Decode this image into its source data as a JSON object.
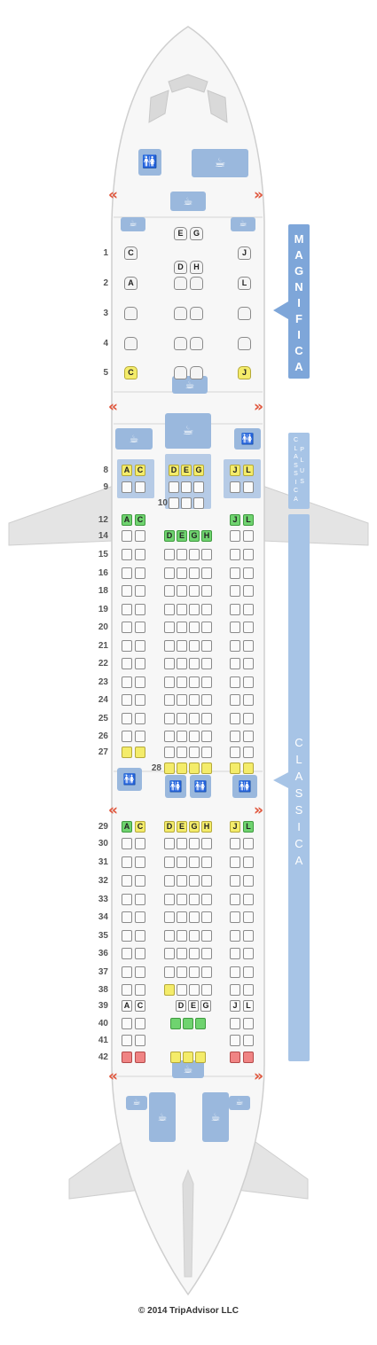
{
  "cabins": {
    "magnifica": {
      "label_letters": [
        "M",
        "A",
        "G",
        "N",
        "I",
        "F",
        "I",
        "C",
        "A"
      ],
      "color": "#7ea6d9"
    },
    "classica_plus": {
      "line1": [
        "C",
        "L",
        "A",
        "S",
        "S",
        "I",
        "C",
        "A"
      ],
      "line2": [
        "P",
        "L",
        "U",
        "S"
      ],
      "color": "#a7c4e6"
    },
    "classica": {
      "label_letters": [
        "C",
        "L",
        "A",
        "S",
        "S",
        "I",
        "C",
        "A"
      ],
      "color": "#a7c4e6"
    }
  },
  "business_rows": [
    {
      "row": "1",
      "left": [
        {
          "label": "C",
          "color": "white"
        }
      ],
      "center": [
        {
          "label": "E",
          "color": "white"
        },
        {
          "label": "G",
          "color": "white"
        }
      ],
      "right": [
        {
          "label": "J",
          "color": "white"
        }
      ]
    },
    {
      "row": "",
      "left": [],
      "center": [
        {
          "label": "D",
          "color": "white"
        },
        {
          "label": "H",
          "color": "white"
        }
      ],
      "right": []
    },
    {
      "row": "2",
      "left": [
        {
          "label": "A",
          "color": "white"
        }
      ],
      "center": [
        {
          "label": "",
          "color": "white"
        },
        {
          "label": "",
          "color": "white"
        }
      ],
      "right": [
        {
          "label": "L",
          "color": "white"
        }
      ]
    },
    {
      "row": "3",
      "left": [
        {
          "label": "",
          "color": "white"
        }
      ],
      "center": [
        {
          "label": "",
          "color": "white"
        },
        {
          "label": "",
          "color": "white"
        }
      ],
      "right": [
        {
          "label": "",
          "color": "white"
        }
      ]
    },
    {
      "row": "4",
      "left": [
        {
          "label": "",
          "color": "white"
        }
      ],
      "center": [
        {
          "label": "",
          "color": "white"
        },
        {
          "label": "",
          "color": "white"
        }
      ],
      "right": [
        {
          "label": "",
          "color": "white"
        }
      ]
    },
    {
      "row": "5",
      "left": [
        {
          "label": "C",
          "color": "yellow"
        }
      ],
      "center": [
        {
          "label": "",
          "color": "white"
        },
        {
          "label": "",
          "color": "white"
        }
      ],
      "right": [
        {
          "label": "J",
          "color": "yellow"
        }
      ]
    }
  ],
  "economy_rows": [
    {
      "row": "8",
      "left": [
        [
          "A",
          "yellow"
        ],
        [
          "C",
          "yellow"
        ]
      ],
      "center": [
        [
          "D",
          "yellow"
        ],
        [
          "E",
          "yellow"
        ],
        [
          "G",
          "yellow"
        ]
      ],
      "right": [
        [
          "J",
          "yellow"
        ],
        [
          "L",
          "yellow"
        ]
      ]
    },
    {
      "row": "9",
      "left": [
        [
          "",
          "white"
        ],
        [
          "",
          "white"
        ]
      ],
      "center": [
        [
          "",
          "white"
        ],
        [
          "",
          "white"
        ],
        [
          "",
          "white"
        ]
      ],
      "right": [
        [
          "",
          "white"
        ],
        [
          "",
          "white"
        ]
      ]
    },
    {
      "row": "10",
      "left": [],
      "center": [
        [
          "",
          "white"
        ],
        [
          "",
          "white"
        ],
        [
          "",
          "white"
        ]
      ],
      "right": []
    },
    {
      "row": "12",
      "left": [
        [
          "A",
          "green"
        ],
        [
          "C",
          "green"
        ]
      ],
      "center": [],
      "right": [
        [
          "J",
          "green"
        ],
        [
          "L",
          "green"
        ]
      ]
    },
    {
      "row": "14",
      "left": [
        [
          "",
          "white"
        ],
        [
          "",
          "white"
        ]
      ],
      "center": [
        [
          "D",
          "green"
        ],
        [
          "E",
          "green"
        ],
        [
          "G",
          "green"
        ],
        [
          "H",
          "green"
        ]
      ],
      "right": [
        [
          "",
          "white"
        ],
        [
          "",
          "white"
        ]
      ]
    },
    {
      "row": "15",
      "left": [
        [
          "",
          "white"
        ],
        [
          "",
          "white"
        ]
      ],
      "center": [
        [
          "",
          "white"
        ],
        [
          "",
          "white"
        ],
        [
          "",
          "white"
        ],
        [
          "",
          "white"
        ]
      ],
      "right": [
        [
          "",
          "white"
        ],
        [
          "",
          "white"
        ]
      ]
    },
    {
      "row": "16",
      "left": [
        [
          "",
          "white"
        ],
        [
          "",
          "white"
        ]
      ],
      "center": [
        [
          "",
          "white"
        ],
        [
          "",
          "white"
        ],
        [
          "",
          "white"
        ],
        [
          "",
          "white"
        ]
      ],
      "right": [
        [
          "",
          "white"
        ],
        [
          "",
          "white"
        ]
      ]
    },
    {
      "row": "18",
      "left": [
        [
          "",
          "white"
        ],
        [
          "",
          "white"
        ]
      ],
      "center": [
        [
          "",
          "white"
        ],
        [
          "",
          "white"
        ],
        [
          "",
          "white"
        ],
        [
          "",
          "white"
        ]
      ],
      "right": [
        [
          "",
          "white"
        ],
        [
          "",
          "white"
        ]
      ]
    },
    {
      "row": "19",
      "left": [
        [
          "",
          "white"
        ],
        [
          "",
          "white"
        ]
      ],
      "center": [
        [
          "",
          "white"
        ],
        [
          "",
          "white"
        ],
        [
          "",
          "white"
        ],
        [
          "",
          "white"
        ]
      ],
      "right": [
        [
          "",
          "white"
        ],
        [
          "",
          "white"
        ]
      ]
    },
    {
      "row": "20",
      "left": [
        [
          "",
          "white"
        ],
        [
          "",
          "white"
        ]
      ],
      "center": [
        [
          "",
          "white"
        ],
        [
          "",
          "white"
        ],
        [
          "",
          "white"
        ],
        [
          "",
          "white"
        ]
      ],
      "right": [
        [
          "",
          "white"
        ],
        [
          "",
          "white"
        ]
      ]
    },
    {
      "row": "21",
      "left": [
        [
          "",
          "white"
        ],
        [
          "",
          "white"
        ]
      ],
      "center": [
        [
          "",
          "white"
        ],
        [
          "",
          "white"
        ],
        [
          "",
          "white"
        ],
        [
          "",
          "white"
        ]
      ],
      "right": [
        [
          "",
          "white"
        ],
        [
          "",
          "white"
        ]
      ]
    },
    {
      "row": "22",
      "left": [
        [
          "",
          "white"
        ],
        [
          "",
          "white"
        ]
      ],
      "center": [
        [
          "",
          "white"
        ],
        [
          "",
          "white"
        ],
        [
          "",
          "white"
        ],
        [
          "",
          "white"
        ]
      ],
      "right": [
        [
          "",
          "white"
        ],
        [
          "",
          "white"
        ]
      ]
    },
    {
      "row": "23",
      "left": [
        [
          "",
          "white"
        ],
        [
          "",
          "white"
        ]
      ],
      "center": [
        [
          "",
          "white"
        ],
        [
          "",
          "white"
        ],
        [
          "",
          "white"
        ],
        [
          "",
          "white"
        ]
      ],
      "right": [
        [
          "",
          "white"
        ],
        [
          "",
          "white"
        ]
      ]
    },
    {
      "row": "24",
      "left": [
        [
          "",
          "white"
        ],
        [
          "",
          "white"
        ]
      ],
      "center": [
        [
          "",
          "white"
        ],
        [
          "",
          "white"
        ],
        [
          "",
          "white"
        ],
        [
          "",
          "white"
        ]
      ],
      "right": [
        [
          "",
          "white"
        ],
        [
          "",
          "white"
        ]
      ]
    },
    {
      "row": "25",
      "left": [
        [
          "",
          "white"
        ],
        [
          "",
          "white"
        ]
      ],
      "center": [
        [
          "",
          "white"
        ],
        [
          "",
          "white"
        ],
        [
          "",
          "white"
        ],
        [
          "",
          "white"
        ]
      ],
      "right": [
        [
          "",
          "white"
        ],
        [
          "",
          "white"
        ]
      ]
    },
    {
      "row": "26",
      "left": [
        [
          "",
          "white"
        ],
        [
          "",
          "white"
        ]
      ],
      "center": [
        [
          "",
          "white"
        ],
        [
          "",
          "white"
        ],
        [
          "",
          "white"
        ],
        [
          "",
          "white"
        ]
      ],
      "right": [
        [
          "",
          "white"
        ],
        [
          "",
          "white"
        ]
      ]
    },
    {
      "row": "27",
      "left": [
        [
          "",
          "yellow"
        ],
        [
          "",
          "yellow"
        ]
      ],
      "center": [
        [
          "",
          "white"
        ],
        [
          "",
          "white"
        ],
        [
          "",
          "white"
        ],
        [
          "",
          "white"
        ]
      ],
      "right": [
        [
          "",
          "white"
        ],
        [
          "",
          "white"
        ]
      ]
    },
    {
      "row": "28",
      "left": [],
      "center": [
        [
          "",
          "yellow"
        ],
        [
          "",
          "yellow"
        ],
        [
          "",
          "yellow"
        ],
        [
          "",
          "yellow"
        ]
      ],
      "right": [
        [
          "",
          "yellow"
        ],
        [
          "",
          "yellow"
        ]
      ]
    },
    {
      "row": "29",
      "left": [
        [
          "A",
          "green"
        ],
        [
          "C",
          "yellow"
        ]
      ],
      "center": [
        [
          "D",
          "yellow"
        ],
        [
          "E",
          "yellow"
        ],
        [
          "G",
          "yellow"
        ],
        [
          "H",
          "yellow"
        ]
      ],
      "right": [
        [
          "J",
          "yellow"
        ],
        [
          "L",
          "green"
        ]
      ]
    },
    {
      "row": "30",
      "left": [
        [
          "",
          "white"
        ],
        [
          "",
          "white"
        ]
      ],
      "center": [
        [
          "",
          "white"
        ],
        [
          "",
          "white"
        ],
        [
          "",
          "white"
        ],
        [
          "",
          "white"
        ]
      ],
      "right": [
        [
          "",
          "white"
        ],
        [
          "",
          "white"
        ]
      ]
    },
    {
      "row": "31",
      "left": [
        [
          "",
          "white"
        ],
        [
          "",
          "white"
        ]
      ],
      "center": [
        [
          "",
          "white"
        ],
        [
          "",
          "white"
        ],
        [
          "",
          "white"
        ],
        [
          "",
          "white"
        ]
      ],
      "right": [
        [
          "",
          "white"
        ],
        [
          "",
          "white"
        ]
      ]
    },
    {
      "row": "32",
      "left": [
        [
          "",
          "white"
        ],
        [
          "",
          "white"
        ]
      ],
      "center": [
        [
          "",
          "white"
        ],
        [
          "",
          "white"
        ],
        [
          "",
          "white"
        ],
        [
          "",
          "white"
        ]
      ],
      "right": [
        [
          "",
          "white"
        ],
        [
          "",
          "white"
        ]
      ]
    },
    {
      "row": "33",
      "left": [
        [
          "",
          "white"
        ],
        [
          "",
          "white"
        ]
      ],
      "center": [
        [
          "",
          "white"
        ],
        [
          "",
          "white"
        ],
        [
          "",
          "white"
        ],
        [
          "",
          "white"
        ]
      ],
      "right": [
        [
          "",
          "white"
        ],
        [
          "",
          "white"
        ]
      ]
    },
    {
      "row": "34",
      "left": [
        [
          "",
          "white"
        ],
        [
          "",
          "white"
        ]
      ],
      "center": [
        [
          "",
          "white"
        ],
        [
          "",
          "white"
        ],
        [
          "",
          "white"
        ],
        [
          "",
          "white"
        ]
      ],
      "right": [
        [
          "",
          "white"
        ],
        [
          "",
          "white"
        ]
      ]
    },
    {
      "row": "35",
      "left": [
        [
          "",
          "white"
        ],
        [
          "",
          "white"
        ]
      ],
      "center": [
        [
          "",
          "white"
        ],
        [
          "",
          "white"
        ],
        [
          "",
          "white"
        ],
        [
          "",
          "white"
        ]
      ],
      "right": [
        [
          "",
          "white"
        ],
        [
          "",
          "white"
        ]
      ]
    },
    {
      "row": "36",
      "left": [
        [
          "",
          "white"
        ],
        [
          "",
          "white"
        ]
      ],
      "center": [
        [
          "",
          "white"
        ],
        [
          "",
          "white"
        ],
        [
          "",
          "white"
        ],
        [
          "",
          "white"
        ]
      ],
      "right": [
        [
          "",
          "white"
        ],
        [
          "",
          "white"
        ]
      ]
    },
    {
      "row": "37",
      "left": [
        [
          "",
          "white"
        ],
        [
          "",
          "white"
        ]
      ],
      "center": [
        [
          "",
          "white"
        ],
        [
          "",
          "white"
        ],
        [
          "",
          "white"
        ],
        [
          "",
          "white"
        ]
      ],
      "right": [
        [
          "",
          "white"
        ],
        [
          "",
          "white"
        ]
      ]
    },
    {
      "row": "38",
      "left": [
        [
          "",
          "white"
        ],
        [
          "",
          "white"
        ]
      ],
      "center": [
        [
          "",
          "yellow"
        ],
        [
          "",
          "white"
        ],
        [
          "",
          "white"
        ],
        [
          "",
          "white"
        ]
      ],
      "right": [
        [
          "",
          "white"
        ],
        [
          "",
          "white"
        ]
      ]
    },
    {
      "row": "39",
      "left": [
        [
          "A",
          "white"
        ],
        [
          "C",
          "white"
        ]
      ],
      "center": [
        [
          "D",
          "white"
        ],
        [
          "E",
          "white"
        ],
        [
          "G",
          "white"
        ]
      ],
      "right": [
        [
          "J",
          "white"
        ],
        [
          "L",
          "white"
        ]
      ]
    },
    {
      "row": "40",
      "left": [
        [
          "",
          "white"
        ],
        [
          "",
          "white"
        ]
      ],
      "center": [
        [
          "",
          "green"
        ],
        [
          "",
          "green"
        ],
        [
          "",
          "green"
        ]
      ],
      "right": [
        [
          "",
          "white"
        ],
        [
          "",
          "white"
        ]
      ]
    },
    {
      "row": "41",
      "left": [
        [
          "",
          "white"
        ],
        [
          "",
          "white"
        ]
      ],
      "center": [],
      "right": [
        [
          "",
          "white"
        ],
        [
          "",
          "white"
        ]
      ]
    },
    {
      "row": "42",
      "left": [
        [
          "",
          "red"
        ],
        [
          "",
          "red"
        ]
      ],
      "center": [
        [
          "",
          "yellow"
        ],
        [
          "",
          "yellow"
        ],
        [
          "",
          "yellow"
        ]
      ],
      "right": [
        [
          "",
          "red"
        ],
        [
          "",
          "red"
        ]
      ]
    }
  ],
  "icons": {
    "lavatory": "lavatory-icon",
    "galley": "galley-icon",
    "exit": "exit-chevron-icon"
  },
  "seat_colors": {
    "white": "#fafafa",
    "yellow": "#f4ec6a",
    "green": "#6fd36f",
    "red": "#f08484"
  },
  "copyright": "© 2014 TripAdvisor LLC"
}
